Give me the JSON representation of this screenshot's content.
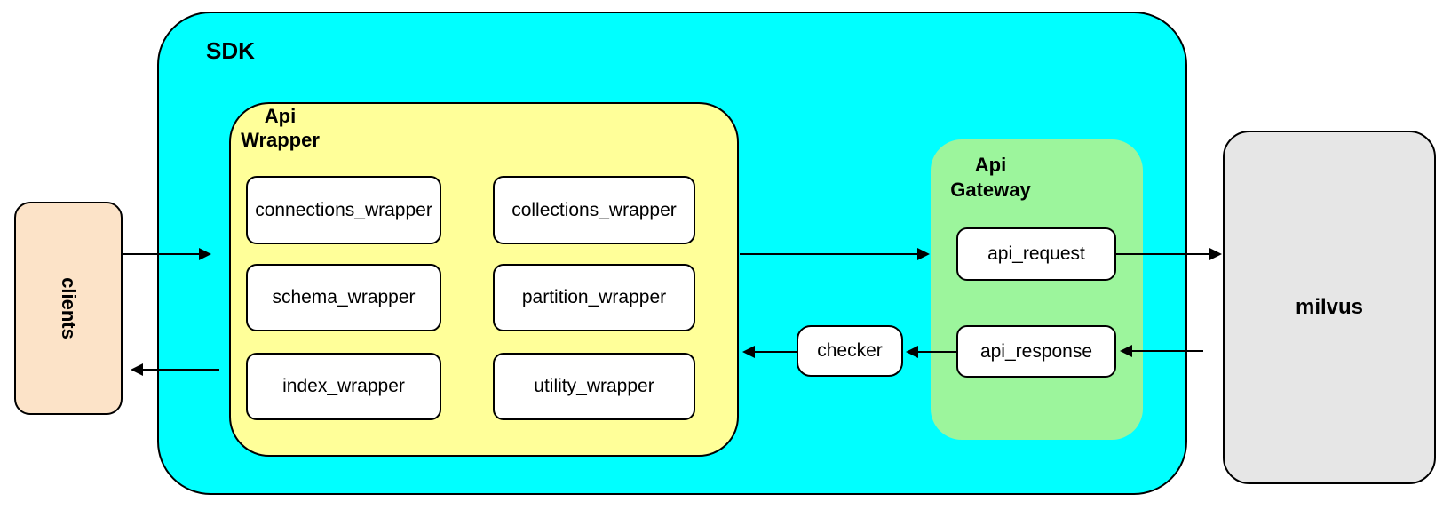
{
  "colors": {
    "sdk_fill": "#00FFFF",
    "api_wrapper_fill": "#FFFF99",
    "api_gateway_fill": "#9CF59C",
    "clients_fill": "#FCE3C8",
    "milvus_fill": "#E6E6E6",
    "inner_box_fill": "#FFFFFF",
    "stroke": "#000000"
  },
  "nodes": {
    "clients": {
      "label": "clients"
    },
    "sdk": {
      "label": "SDK",
      "api_wrapper": {
        "title_lines": [
          "Api",
          "Wrapper"
        ],
        "boxes": [
          {
            "label": "connections_wrapper"
          },
          {
            "label": "collections_wrapper"
          },
          {
            "label": "schema_wrapper"
          },
          {
            "label": "partition_wrapper"
          },
          {
            "label": "index_wrapper"
          },
          {
            "label": "utility_wrapper"
          }
        ]
      },
      "checker": {
        "label": "checker"
      },
      "api_gateway": {
        "title_lines": [
          "Api",
          "Gateway"
        ],
        "boxes": [
          {
            "label": "api_request"
          },
          {
            "label": "api_response"
          }
        ]
      }
    },
    "milvus": {
      "label": "milvus"
    }
  },
  "edges": [
    {
      "from": "clients",
      "to": "sdk"
    },
    {
      "from": "sdk",
      "to": "clients"
    },
    {
      "from": "api_wrapper",
      "to": "api_gateway"
    },
    {
      "from": "api_request",
      "to": "milvus"
    },
    {
      "from": "milvus",
      "to": "api_response"
    },
    {
      "from": "api_response",
      "to": "checker"
    },
    {
      "from": "checker",
      "to": "api_wrapper"
    }
  ]
}
